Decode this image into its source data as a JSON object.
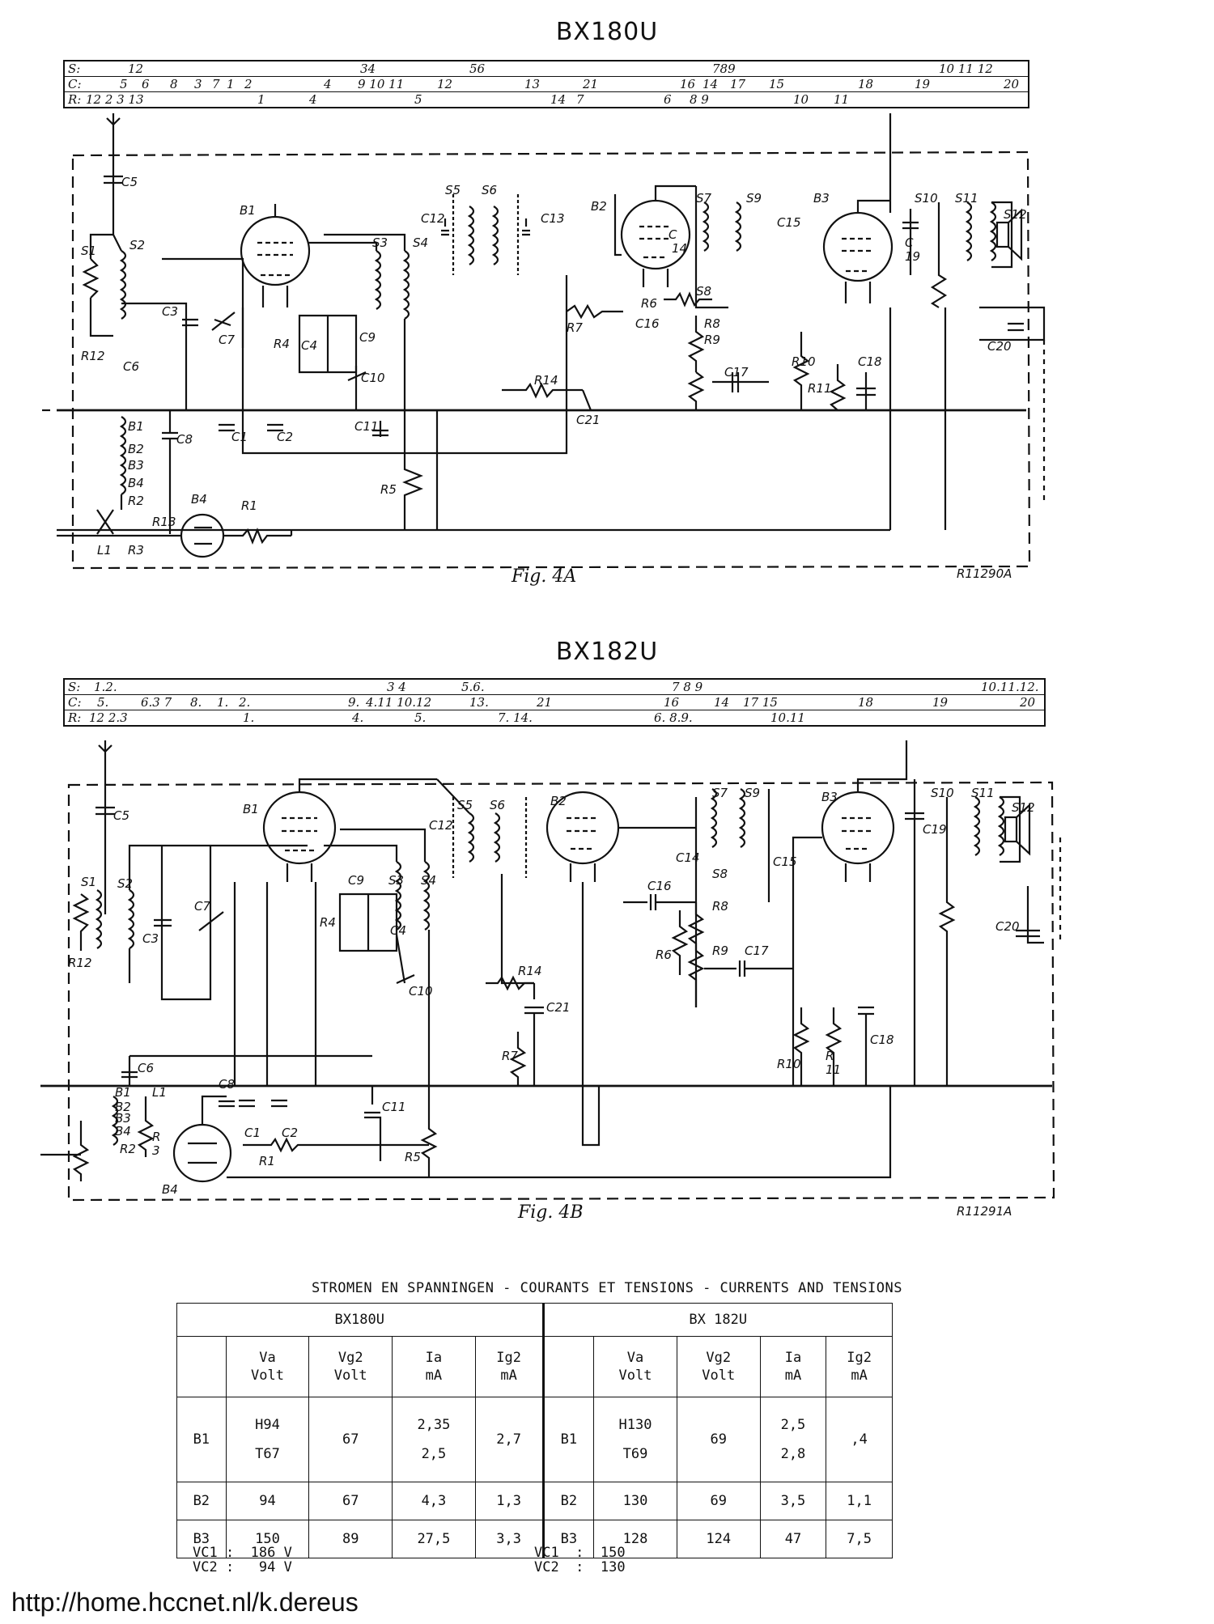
{
  "diagram_a": {
    "title": "BX180U",
    "strip": {
      "s_row": [
        "S:",
        "12",
        "34",
        "56",
        "789",
        "10 11 12"
      ],
      "c_row": [
        "C:",
        "5",
        "6",
        "8",
        "3",
        "7",
        "1",
        "2",
        "4",
        "9 10 11",
        "12",
        "13",
        "21",
        "16",
        "14",
        "17",
        "15",
        "18",
        "19",
        "20"
      ],
      "r_row": [
        "R:",
        "12 2 3 13",
        "1",
        "4",
        "5",
        "14",
        "7",
        "6",
        "8 9",
        "10",
        "11"
      ]
    },
    "tubes": [
      "B1",
      "B2",
      "B3",
      "B4"
    ],
    "labels": [
      "C5",
      "S1",
      "S2",
      "S3",
      "S4",
      "S5",
      "S6",
      "S7",
      "S8",
      "S9",
      "S10",
      "S11",
      "S12",
      "C3",
      "C7",
      "C4",
      "C9",
      "C6",
      "C10",
      "C11",
      "C12",
      "C13",
      "C14",
      "C15",
      "C16",
      "C17",
      "C18",
      "C19",
      "C20",
      "C21",
      "C1",
      "C2",
      "C8",
      "R4",
      "R7",
      "R6",
      "R8",
      "R9",
      "R10",
      "R11",
      "R12",
      "R14",
      "R5",
      "R1",
      "R13",
      "R3",
      "L1",
      "B1",
      "B2",
      "B3",
      "B4"
    ],
    "caption": "Fig. 4A",
    "ref": "R11290A"
  },
  "diagram_b": {
    "title": "BX182U",
    "strip": {
      "s_row": [
        "S:",
        "1.2.",
        "3 4",
        "5.6.",
        "7 8 9",
        "10.11.12."
      ],
      "c_row": [
        "C:",
        "5.",
        "6.3 7",
        "8.",
        "1.",
        "2.",
        "9.",
        "4.11 10.12",
        "13.",
        "21",
        "16",
        "14",
        "17 15",
        "18",
        "19",
        "20"
      ],
      "r_row": [
        "R:",
        "12 2.3",
        "1.",
        "4.",
        "5.",
        "7. 14.",
        "6. 8.9.",
        "10.11"
      ]
    },
    "tubes": [
      "B1",
      "B2",
      "B3",
      "B4"
    ],
    "labels": [
      "C5",
      "S1",
      "S2",
      "C3",
      "C7",
      "R12",
      "C6",
      "C9",
      "S3",
      "S4",
      "R4",
      "C4",
      "C10",
      "C11",
      "C12",
      "S5",
      "S6",
      "R14",
      "C21",
      "R7",
      "C16",
      "R6",
      "S7",
      "S9",
      "C14",
      "S8",
      "C15",
      "R8",
      "R9",
      "C17",
      "R10",
      "R11",
      "C18",
      "S10",
      "S11",
      "S12",
      "C19",
      "C20",
      "B1",
      "B2",
      "B3",
      "B4",
      "L1",
      "R2",
      "R3",
      "C8",
      "C1",
      "C2",
      "R1",
      "R5"
    ],
    "caption": "Fig. 4B",
    "ref": "R11291A"
  },
  "table": {
    "heading": "STROMEN EN SPANNINGEN - COURANTS ET TENSIONS - CURRENTS AND TENSIONS",
    "models": [
      "BX180U",
      "BX 182U"
    ],
    "col_headers": [
      [
        "Va",
        "Volt"
      ],
      [
        "Vg2",
        "Volt"
      ],
      [
        "Ia",
        "mA"
      ],
      [
        "Ig2",
        "mA"
      ]
    ],
    "rows": [
      {
        "tube": "B1",
        "a": {
          "va": [
            "H94",
            "T67"
          ],
          "vg2": "67",
          "ia": [
            "2,35",
            "2,5"
          ],
          "ig2": "2,7"
        },
        "b": {
          "va": [
            "H130",
            "T69"
          ],
          "vg2": "69",
          "ia": [
            "2,5",
            "2,8"
          ],
          "ig2": ",4"
        }
      },
      {
        "tube": "B2",
        "a": {
          "va": "94",
          "vg2": "67",
          "ia": "4,3",
          "ig2": "1,3"
        },
        "b": {
          "va": "130",
          "vg2": "69",
          "ia": "3,5",
          "ig2": "1,1"
        }
      },
      {
        "tube": "B3",
        "a": {
          "va": "150",
          "vg2": "89",
          "ia": "27,5",
          "ig2": "3,3"
        },
        "b": {
          "va": "128",
          "vg2": "124",
          "ia": "47",
          "ig2": "7,5"
        }
      }
    ],
    "vc_a": [
      "VC1 :  186 V",
      "VC2 :   94 V"
    ],
    "vc_b": [
      "VC1  :  150",
      "VC2  :  130"
    ]
  },
  "footer_url": "http://home.hccnet.nl/k.dereus"
}
